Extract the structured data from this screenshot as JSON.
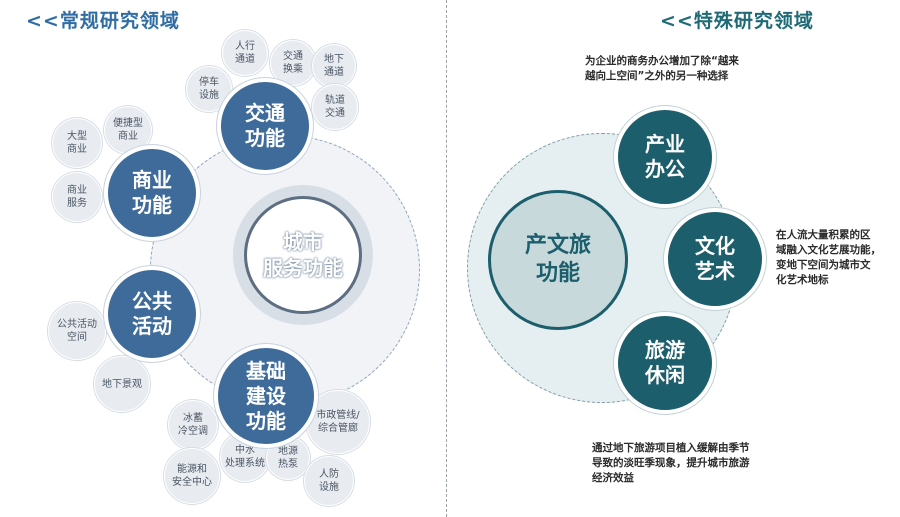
{
  "left": {
    "title": "<<常规研究领域",
    "center": "城市\n服务功能",
    "traffic": {
      "label": "交通\n功能",
      "items": [
        "人行\n通道",
        "交通\n换乘",
        "地下\n通道",
        "停车\n设施",
        "轨道\n交通"
      ]
    },
    "commerce": {
      "label": "商业\n功能",
      "items": [
        "大型\n商业",
        "便捷型\n商业",
        "商业\n服务"
      ]
    },
    "public": {
      "label": "公共\n活动",
      "items": [
        "公共活动\n空间",
        "地下景观"
      ]
    },
    "infra": {
      "label": "基础\n建设\n功能",
      "items": [
        "冰蓄\n冷空调",
        "能源和\n安全中心",
        "中水\n处理系统",
        "地源\n热泵",
        "市政管线/\n综合管廊",
        "人防\n设施"
      ]
    }
  },
  "right": {
    "title": "<<特殊研究领域",
    "center": "产文旅\n功能",
    "office": {
      "label": "产业\n办公",
      "desc": "为企业的商务办公增加了除“越来\n越向上空间”之外的另一种选择"
    },
    "art": {
      "label": "文化\n艺术",
      "desc": "在人流大量积累的区\n域融入文化艺展功能，\n变地下空间为城市文\n化艺术地标"
    },
    "tour": {
      "label": "旅游\n休闲",
      "desc": "通过地下旅游项目植入缓解由季节\n导致的淡旺季现象，提升城市旅游\n经济效益"
    }
  }
}
